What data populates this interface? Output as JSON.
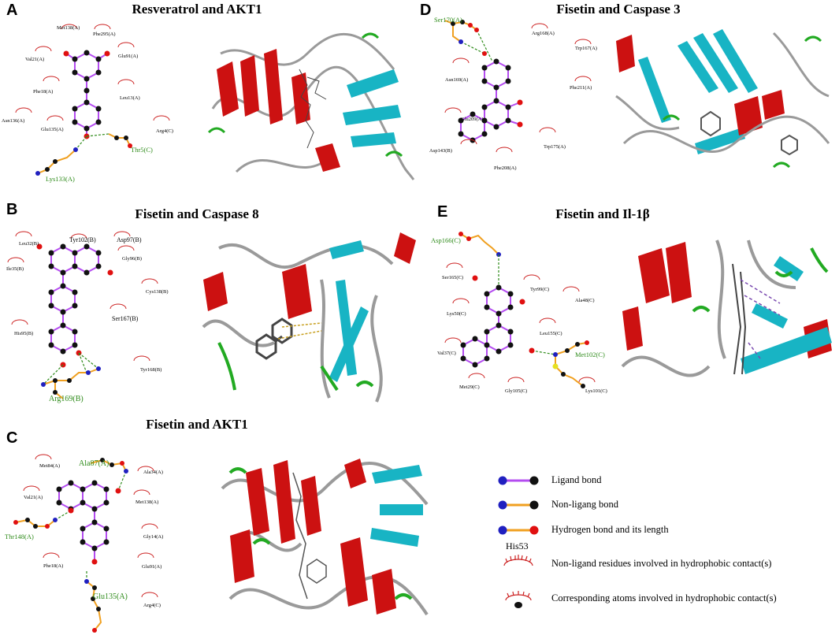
{
  "panels": {
    "A": {
      "letter": "A",
      "title": "Resveratrol and AKT1",
      "residues": [
        "Met138(A)",
        "Phe295(A)",
        "Val21(A)",
        "Glu91(A)",
        "Phe18(A)",
        "Leu13(A)",
        "Asn136(A)",
        "Glu135(A)",
        "Arg4(C)"
      ],
      "hbond": [
        "Thr5(C)",
        "Lys133(A)"
      ]
    },
    "B": {
      "letter": "B",
      "title": "Fisetin and Caspase 8",
      "residues": [
        "Leu32(B)",
        "Tyr102(B)",
        "Asp97(B)",
        "Ile35(B)",
        "Gly96(B)",
        "Cys138(B)",
        "Ser167(B)",
        "His95(B)",
        "Tyr168(B)"
      ],
      "hbond": [
        "Arg169(B)"
      ]
    },
    "C": {
      "letter": "C",
      "title": "Fisetin and AKT1",
      "residues": [
        "Met84(A)",
        "Ala34(A)",
        "Val21(A)",
        "Met138(A)",
        "Gly14(A)",
        "Phe18(A)",
        "Glu91(A)",
        "Arg4(C)"
      ],
      "hbond": [
        "Ala87(A)",
        "Thr148(A)",
        "Glu135(A)"
      ]
    },
    "D": {
      "letter": "D",
      "title": "Fisetin and Caspase 3",
      "residues": [
        "Arg168(A)",
        "Trp167(A)",
        "Asn169(A)",
        "Phe211(A)",
        "Glu209(A)",
        "Asp143(B)",
        "Trp175(A)",
        "Phe208(A)"
      ],
      "hbond": [
        "Ser170(A)"
      ]
    },
    "E": {
      "letter": "E",
      "title": "Fisetin and Il-1β",
      "residues": [
        "Ser165(C)",
        "Tyr99(C)",
        "Ala48(C)",
        "Lys50(C)",
        "Leu155(C)",
        "Val37(C)",
        "Met29(C)",
        "Gly105(C)",
        "Lys101(C)"
      ],
      "hbond": [
        "Asp166(C)",
        "Met102(C)"
      ]
    }
  },
  "legend": {
    "ligand_bond": "Ligand bond",
    "non_ligand_bond": "Non-ligang bond",
    "hydrogen_bond": "Hydrogen bond and its length",
    "example_residue": "His53",
    "non_ligand_residues": "Non-ligand residues involved in hydrophobic contact(s)",
    "corresponding_atoms": "Corresponding atoms involved in hydrophobic contact(s)"
  },
  "colors": {
    "ligand_bond": "#b44cf0",
    "non_ligand_bond": "#f0a020",
    "hbond_dash": "#2e8b1a",
    "helix_red": "#cc1111",
    "sheet_cyan": "#18b4c4",
    "coil_grey": "#9a9a9a",
    "turn_green": "#22aa22",
    "atom_black": "#111111",
    "atom_red": "#e01010",
    "atom_blue": "#2020c0"
  }
}
